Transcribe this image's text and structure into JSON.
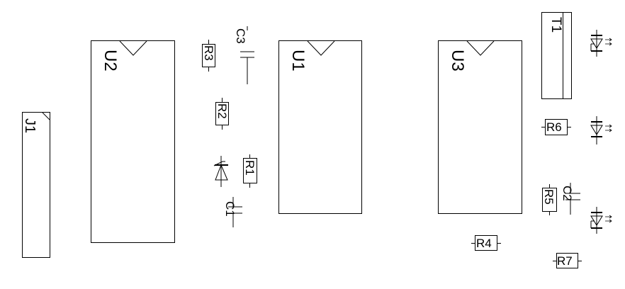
{
  "components": {
    "J1": {
      "label": "J1"
    },
    "U2": {
      "label": "U2"
    },
    "U1": {
      "label": "U1"
    },
    "U3": {
      "label": "U3"
    },
    "T1": {
      "label": "T1"
    },
    "R1": {
      "label": "R1"
    },
    "R2": {
      "label": "R2"
    },
    "R3": {
      "label": "R3"
    },
    "R4": {
      "label": "R4"
    },
    "R5": {
      "label": "R5"
    },
    "R6": {
      "label": "R6"
    },
    "R7": {
      "label": "R7"
    },
    "C1": {
      "label": "C1"
    },
    "C2": {
      "label": "C2"
    },
    "C3": {
      "label": "C3"
    }
  },
  "colors": {
    "stroke": "#000000",
    "background": "#ffffff"
  }
}
